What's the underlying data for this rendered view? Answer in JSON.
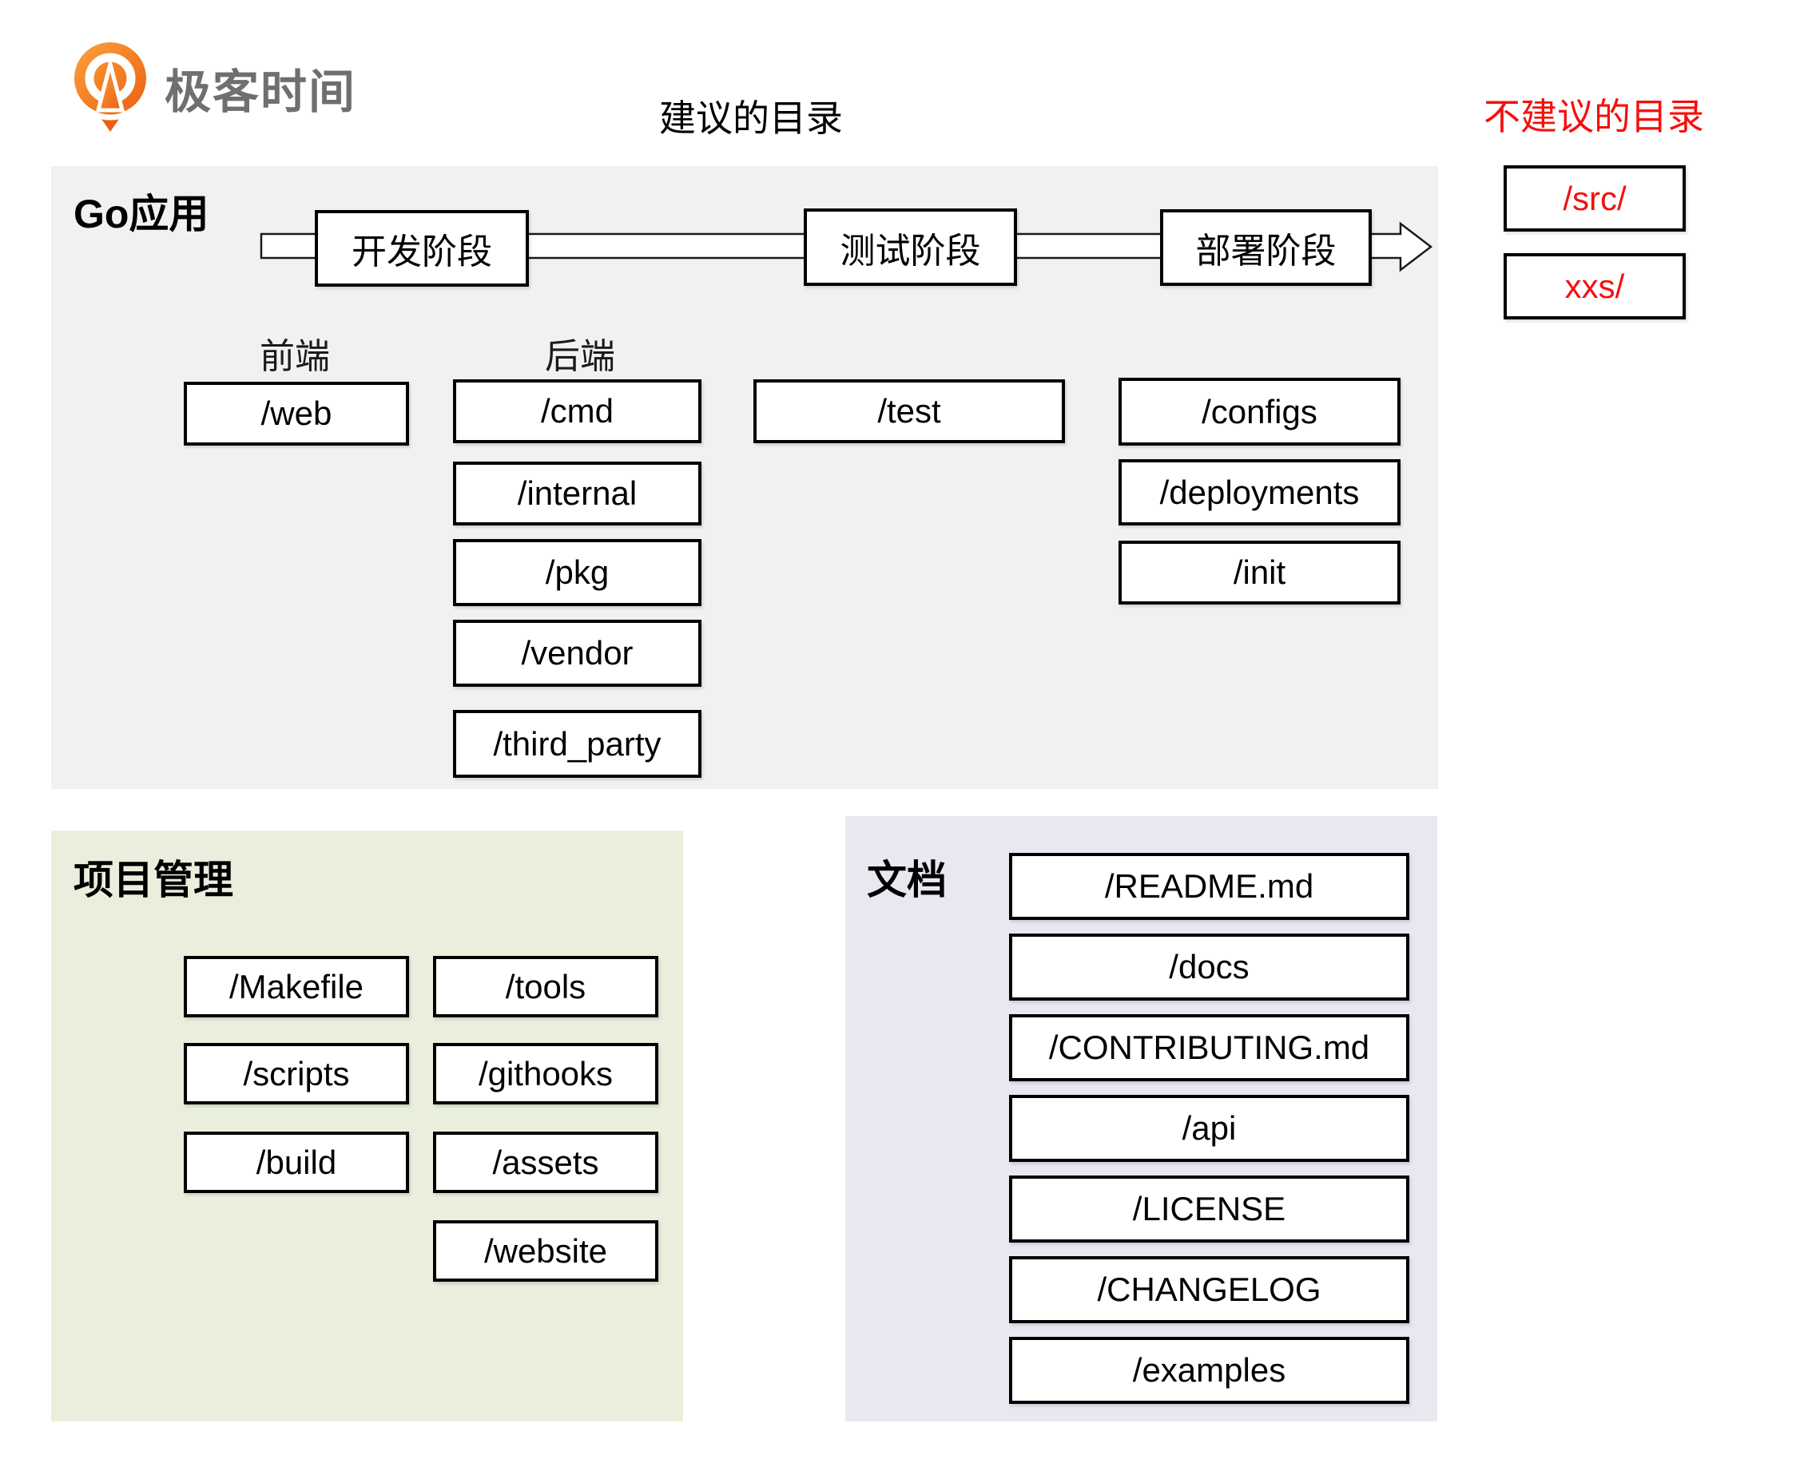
{
  "logo": {
    "brand": "极客时间"
  },
  "titles": {
    "recommended": "建议的目录",
    "not_recommended": "不建议的目录"
  },
  "colors": {
    "warning_red": "#f5100d",
    "panel_gray": "#f1f1f1",
    "panel_green": "#e9efdc",
    "panel_purple": "#eae7f1",
    "logo_orange": "#f07c14"
  },
  "not_recommended_dirs": [
    "/src/",
    "xxs/"
  ],
  "go_app": {
    "label": "Go应用",
    "stages": [
      "开发阶段",
      "测试阶段",
      "部署阶段"
    ],
    "frontend_label": "前端",
    "backend_label": "后端",
    "frontend_dirs": [
      "/web"
    ],
    "backend_dirs": [
      "/cmd",
      "/internal",
      "/pkg",
      "/vendor",
      "/third_party"
    ],
    "test_dirs": [
      "/test"
    ],
    "deploy_dirs": [
      "/configs",
      "/deployments",
      "/init"
    ]
  },
  "project_mgmt": {
    "label": "项目管理",
    "col1": [
      "/Makefile",
      "/scripts",
      "/build"
    ],
    "col2": [
      "/tools",
      "/githooks",
      "/assets",
      "/website"
    ]
  },
  "docs": {
    "label": "文档",
    "dirs": [
      "/README.md",
      "/docs",
      "/CONTRIBUTING.md",
      "/api",
      "/LICENSE",
      "/CHANGELOG",
      "/examples"
    ]
  }
}
